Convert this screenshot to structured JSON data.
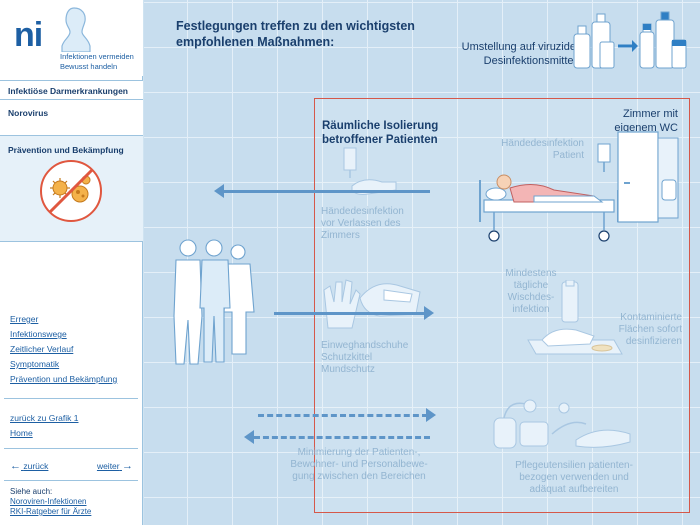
{
  "logo": {
    "mark": "ni",
    "tagline_1": "Infektionen vermeiden",
    "tagline_2": "Bewusst handeln"
  },
  "sidebar": {
    "category": "Infektiöse Darmerkrankungen",
    "subcategory": "Norovirus",
    "section": "Prävention und Bekämpfung",
    "badge_icon": "no-virus-icon",
    "menu": [
      {
        "label": "Erreger"
      },
      {
        "label": "Infektionswege"
      },
      {
        "label": "Zeitlicher Verlauf"
      },
      {
        "label": "Symptomatik"
      },
      {
        "label": "Prävention und Bekämpfung"
      }
    ],
    "back_link": "zurück zu Grafik 1",
    "home_link": "Home",
    "prev_label": "zurück",
    "next_label": "weiter",
    "see_also_label": "Siehe auch:",
    "see_also_links": [
      {
        "label": "Noroviren-Infektionen"
      },
      {
        "label": "RKI-Ratgeber für Ärzte"
      }
    ]
  },
  "main": {
    "heading_line1": "Festlegungen treffen zu den wichtigsten",
    "heading_line2": "empfohlenen Maßnahmen:",
    "disinfectant_line1": "Umstellung auf viruzide",
    "disinfectant_line2": "Desinfektionsmittel",
    "isolation_line1": "Räumliche Isolierung",
    "isolation_line2": "betroffener Patienten",
    "room_line1": "Zimmer mit",
    "room_line2": "eigenem WC",
    "hand_patient_line1": "Händedesinfektion",
    "hand_patient_line2": "Patient",
    "hand_leave_line1": "Händedesinfektion",
    "hand_leave_line2": "vor Verlassen des",
    "hand_leave_line3": "Zimmers",
    "gloves_line1": "Einweghandschuhe",
    "gloves_line2": "Schutzkittel",
    "gloves_line3": "Mundschutz",
    "wipe_line1": "Mindestens",
    "wipe_line2": "tägliche",
    "wipe_line3": "Wischdes-",
    "wipe_line4": "infektion",
    "contam_line1": "Kontaminierte",
    "contam_line2": "Flächen sofort",
    "contam_line3": "desinfizieren",
    "minimize_line1": "Minimierung der Patienten-,",
    "minimize_line2": "Bewohner- und Personalbewe-",
    "minimize_line3": "gung zwischen den Bereichen",
    "care_line1": "Pflegeutensilien patienten-",
    "care_line2": "bezogen verwenden und",
    "care_line3": "adäquat aufbereiten"
  },
  "colors": {
    "brand_blue": "#1d5fa3",
    "dark_text": "#1a3f6d",
    "pale_text": "#93b5d1",
    "grid_bg": "#c7ddee",
    "isolation_border": "#d5584a",
    "arrow": "#5e95c8"
  }
}
